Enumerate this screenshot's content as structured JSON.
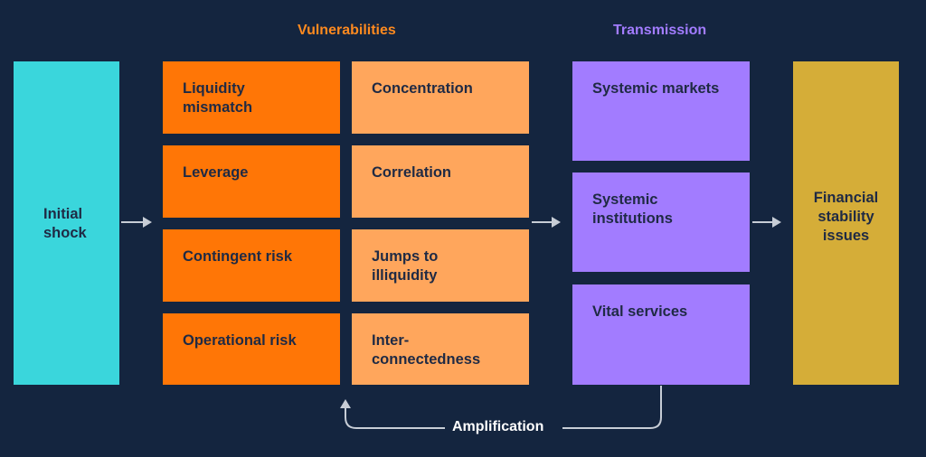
{
  "headers": {
    "vulnerabilities": "Vulnerabilities",
    "transmission": "Transmission"
  },
  "initial_shock": "Initial\nshock",
  "vulnerabilities_col1": [
    "Liquidity\nmismatch",
    "Leverage",
    "Contingent risk",
    "Operational risk"
  ],
  "vulnerabilities_col2": [
    "Concentration",
    "Correlation",
    "Jumps to\nilliquidity",
    "Inter-\nconnectedness"
  ],
  "transmission": [
    "Systemic markets",
    "Systemic\ninstitutions",
    "Vital services"
  ],
  "outcome": "Financial\nstability\nissues",
  "feedback_label": "Amplification",
  "colors": {
    "background": "#14253f",
    "shock": "#3ad6dc",
    "vuln_dark": "#ff7606",
    "vuln_light": "#ffa65c",
    "transmission": "#a27cff",
    "outcome": "#d5ad38",
    "header_vuln": "#ff8a1f",
    "header_trans": "#a27cff",
    "arrow": "#c7cdd6"
  }
}
